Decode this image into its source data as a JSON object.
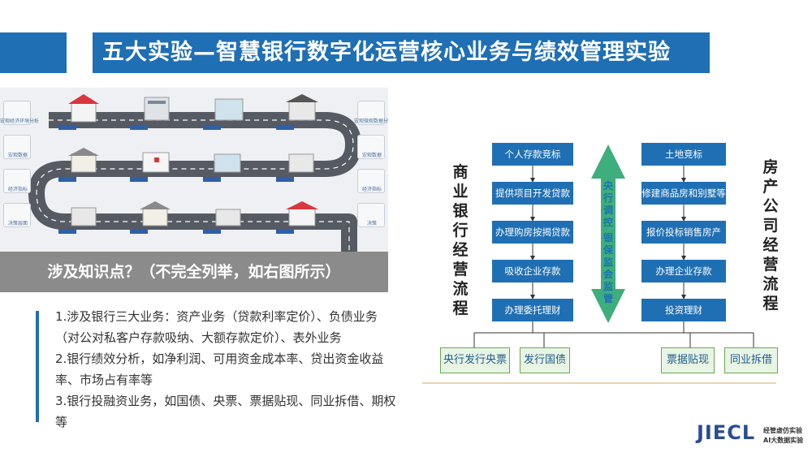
{
  "title": "五大实验—智慧银行数字化运营核心业务与绩效管理实验",
  "city": {
    "side_labels_left": [
      "宏观经济环境分析",
      "宏观数据",
      "经济指标",
      "决策层面"
    ],
    "side_labels_right": [
      "宏观微观数据分析",
      "宏观数据",
      "经济指标",
      "决策"
    ]
  },
  "knowledge_heading": "涉及知识点？（不完全列举，如右图所示）",
  "bullets": [
    "1.涉及银行三大业务：资产业务（贷款利率定价）、负债业务（对公对私客户存款吸纳、大额存款定价）、表外业务",
    "2.银行绩效分析，如净利润、可用资金成本率、贷出资金收益率、市场占有率等",
    "3.银行投融资业务，如国债、央票、票据贴现、同业拆借、期权等"
  ],
  "flow": {
    "left_title": "商业银行经营流程",
    "right_title": "房产公司经营流程",
    "arrow_label_top": "央行调控",
    "arrow_label_bottom": "银保监会监管",
    "left_steps": [
      "个人存款竞标",
      "提供项目开发贷款",
      "办理购房按揭贷款",
      "吸收企业存款",
      "办理委托理财"
    ],
    "right_steps": [
      "土地竞标",
      "修建商品房和别墅等",
      "报价投标销售房产",
      "办理企业存款",
      "投资理财"
    ],
    "bottom_items": [
      "央行发行央票",
      "发行国债",
      "票据贴现",
      "同业拆借"
    ]
  },
  "logo": {
    "text": "JIECL",
    "line1": "经管虚仿实验",
    "line2": "AI大数据实验"
  },
  "colors": {
    "primary_blue": "#1f6fb5",
    "arrow_green": "#3dae7c",
    "bottom_box_fill": "#e8f4e4"
  }
}
